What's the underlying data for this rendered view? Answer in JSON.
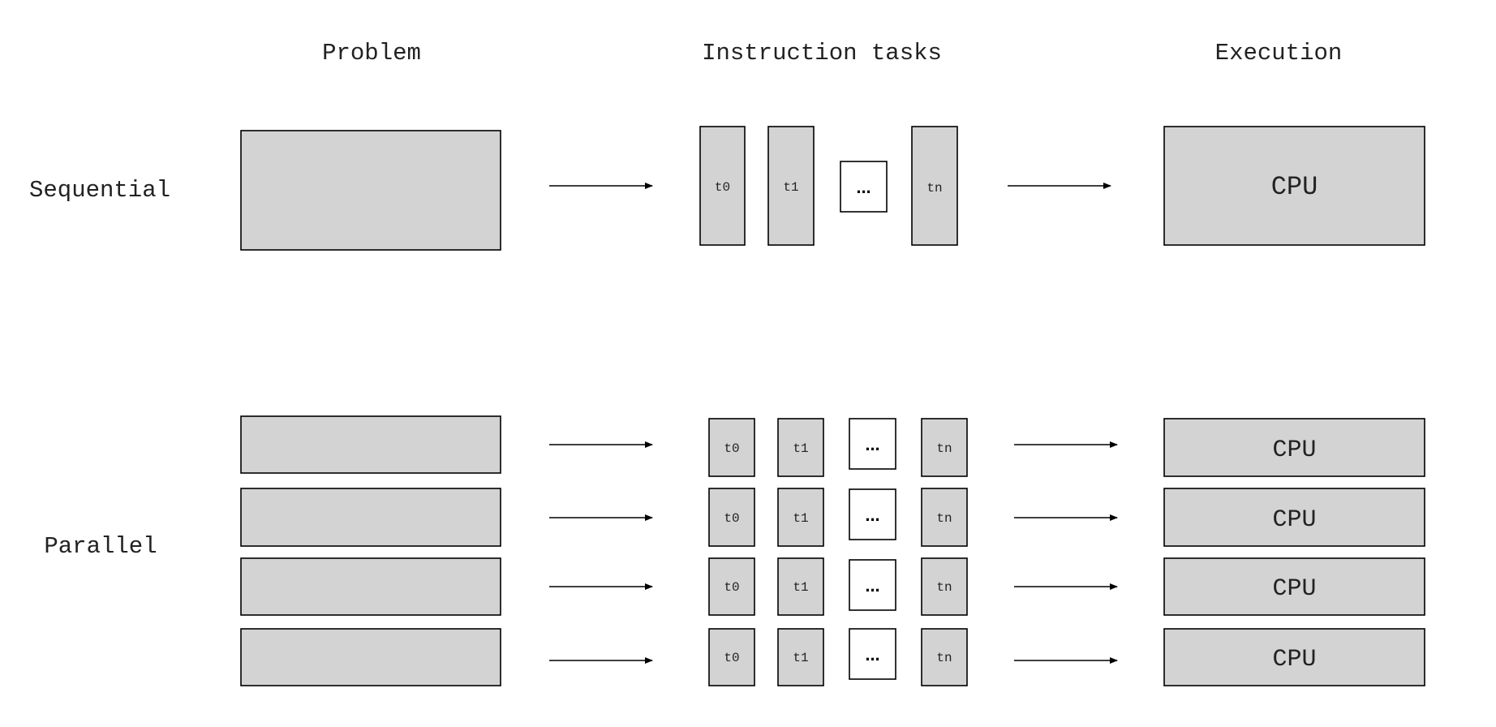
{
  "headers": {
    "problem": "Problem",
    "tasks": "Instruction tasks",
    "execution": "Execution"
  },
  "rows": {
    "sequential": "Sequential",
    "parallel": "Parallel"
  },
  "task_labels": [
    "t0",
    "t1",
    "...",
    "tn"
  ],
  "cpu_label": "CPU",
  "colors": {
    "box_fill": "#d3d3d3",
    "stroke": "#000000",
    "text": "#222222",
    "background": "#ffffff"
  }
}
